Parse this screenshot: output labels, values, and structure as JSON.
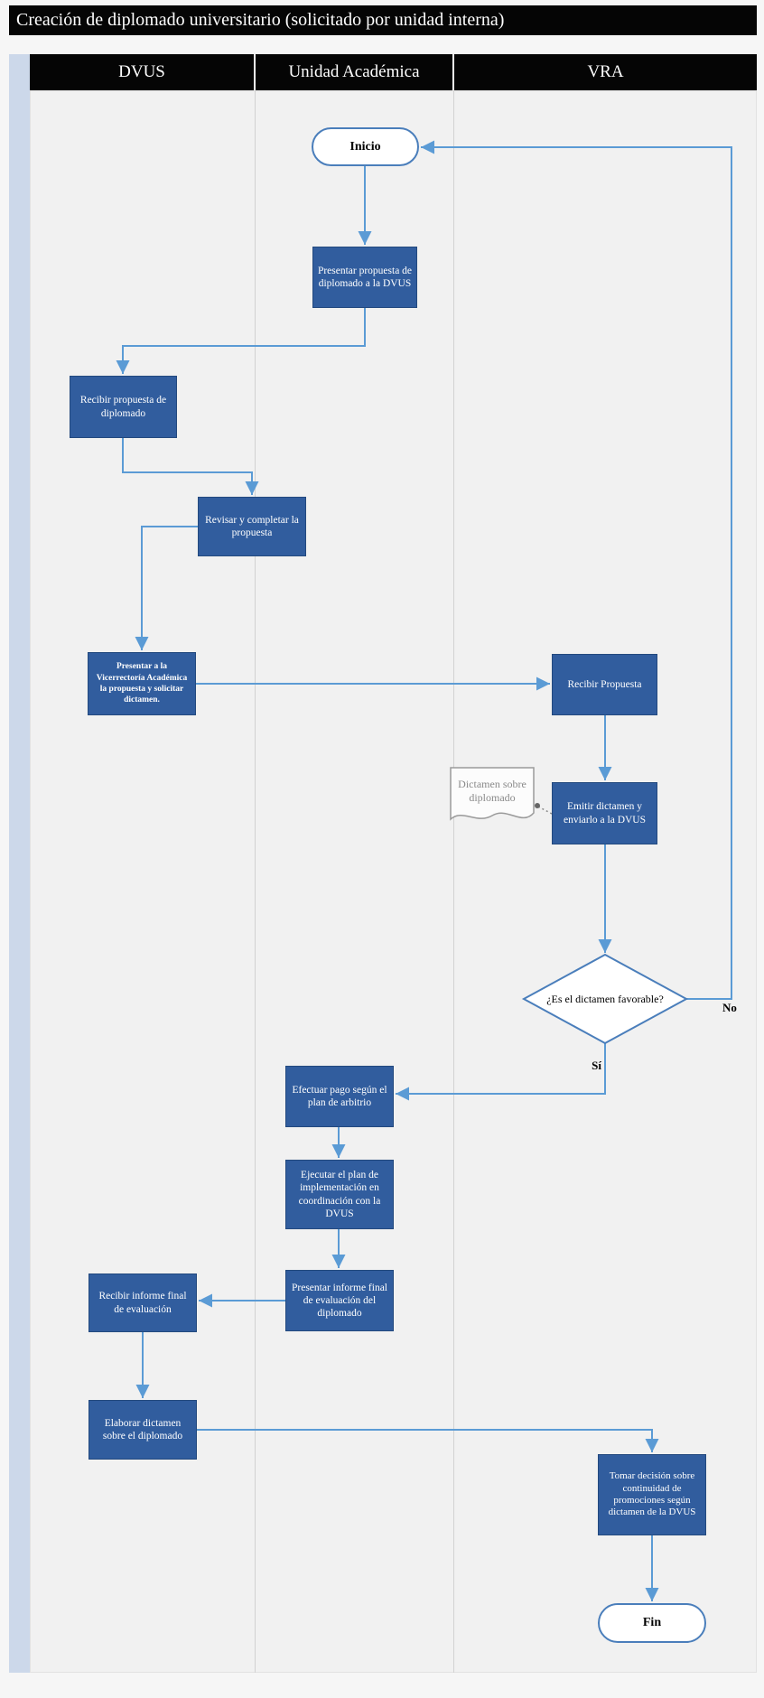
{
  "diagram": {
    "title": "Creación de diplomado universitario (solicitado por unidad interna)",
    "lanes": {
      "dvus": "DVUS",
      "unidad_academica": "Unidad Académica",
      "vra": "VRA"
    },
    "nodes": {
      "inicio": "Inicio",
      "presentar_propuesta": "Presentar propuesta de diplomado a  la DVUS",
      "recibir_propuesta": "Recibir propuesta de diplomado",
      "revisar_completar": "Revisar y completar la propuesta",
      "presentar_vra": "Presentar a la Vicerrectoría Académica la propuesta  y solicitar dictamen.",
      "recibir_propuesta_vra": "Recibir Propuesta",
      "dictamen_documento": "Dictamen  sobre diplomado",
      "emitir_dictamen": "Emitir dictamen y enviarlo a la DVUS",
      "decision_favorable": "¿Es el dictamen favorable?",
      "efectuar_pago": "Efectuar pago según el plan de arbitrio",
      "ejecutar_plan": "Ejecutar el plan de implementación en coordinación con la DVUS",
      "presentar_informe": "Presentar informe final de evaluación del diplomado",
      "recibir_informe": "Recibir informe final de evaluación",
      "elaborar_dictamen": "Elaborar dictamen sobre el diplomado",
      "tomar_decision": "Tomar decisión sobre continuidad de promociones según dictamen de la DVUS",
      "fin": "Fin"
    },
    "edge_labels": {
      "no": "No",
      "si": "Sí"
    },
    "colors": {
      "process_fill": "#315d9e",
      "process_border": "#23497e",
      "connector": "#5b9bd5",
      "terminator_border": "#4a7ebb",
      "lane_header_bg": "#050505",
      "canvas_bg": "#f1f1f1",
      "pool_strip": "#ccd8ea",
      "document_text": "#8a8a8a"
    }
  }
}
